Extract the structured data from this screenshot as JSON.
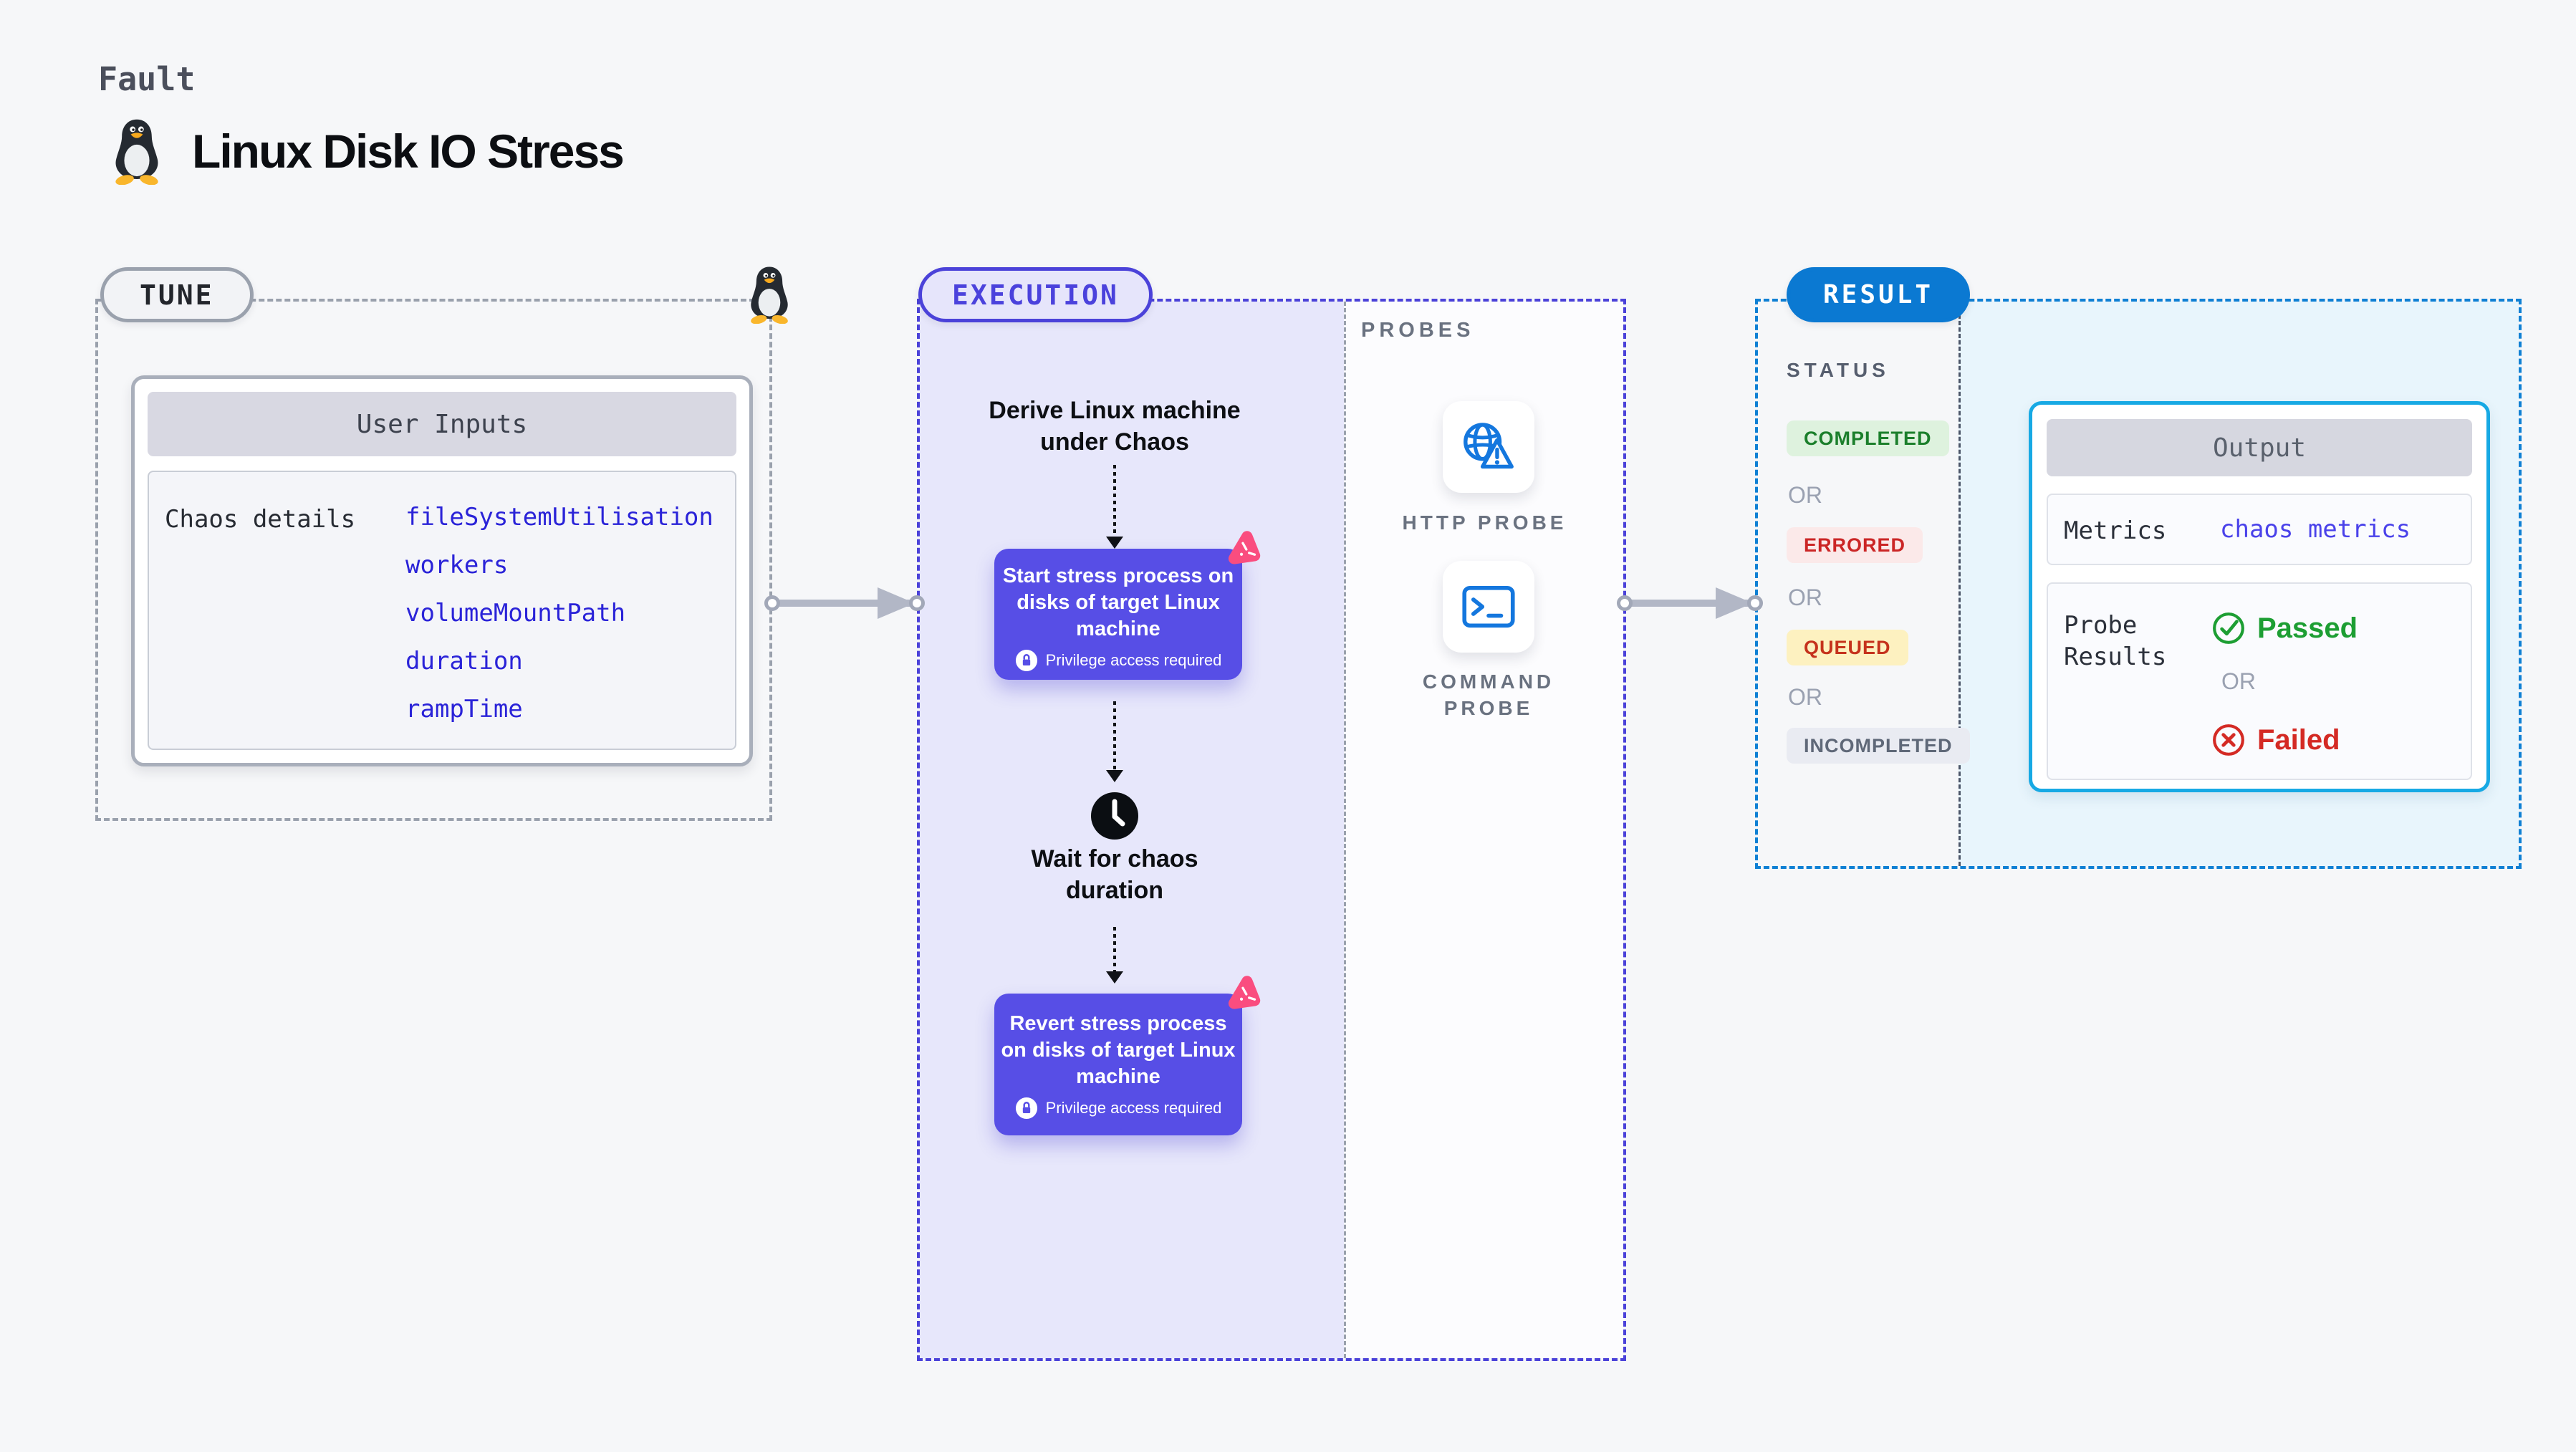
{
  "header": {
    "kind_label": "Fault",
    "title": "Linux Disk IO Stress",
    "title_icon": "tux-penguin-icon"
  },
  "tune": {
    "badge": "TUNE",
    "corner_icon": "tux-penguin-icon",
    "user_inputs": {
      "header": "User Inputs",
      "row_label": "Chaos details",
      "values": [
        "fileSystemUtilisation",
        "workers",
        "volumeMountPath",
        "duration",
        "rampTime"
      ]
    }
  },
  "execution": {
    "badge": "EXECUTION",
    "derive_step": "Derive Linux machine under Chaos",
    "start_card": "Start stress process on disks of target Linux machine",
    "privilege_label": "Privilege access required",
    "wait_step": "Wait for chaos duration",
    "revert_card": "Revert stress process on disks of target Linux machine",
    "step_icons": [
      "litmus-chaos-icon",
      "lock-icon",
      "clock-icon"
    ]
  },
  "probes": {
    "label": "PROBES",
    "items": [
      {
        "label": "HTTP PROBE",
        "icon": "globe-alert-icon"
      },
      {
        "label": "COMMAND PROBE",
        "icon": "terminal-icon"
      }
    ]
  },
  "result": {
    "badge": "RESULT",
    "status_label": "STATUS",
    "or_label": "OR",
    "statuses": [
      {
        "label": "COMPLETED",
        "color": "#1b7f2b",
        "bg": "#def2de"
      },
      {
        "label": "ERRORED",
        "color": "#cb2626",
        "bg": "#fbe9e9"
      },
      {
        "label": "QUEUED",
        "color": "#c5321c",
        "bg": "#fdf1c0"
      },
      {
        "label": "INCOMPLETED",
        "color": "#5f6878",
        "bg": "#e9ebf2"
      }
    ],
    "output": {
      "header": "Output",
      "metrics_label": "Metrics",
      "metrics_value": "chaos metrics",
      "probe_results_label": "Probe Results",
      "passed_label": "Passed",
      "passed_icon": "check-circle-icon",
      "failed_label": "Failed",
      "failed_icon": "x-circle-icon"
    }
  },
  "colors": {
    "page_bg": "#f6f7f9",
    "tune_border": "#9aa1ad",
    "execution_accent": "#4b42d9",
    "execution_panel_bg": "#e7e7fb",
    "step_card_bg": "#574ee6",
    "litmus_pink": "#fa4d7f",
    "probe_icon_blue": "#1477de",
    "result_accent": "#0b79d2",
    "output_border": "#17a9e4",
    "result_panel_bg": "#e8f5fc",
    "input_value_blue": "#2a23d8",
    "passed_green": "#1d9e33",
    "failed_red": "#d42a24"
  }
}
